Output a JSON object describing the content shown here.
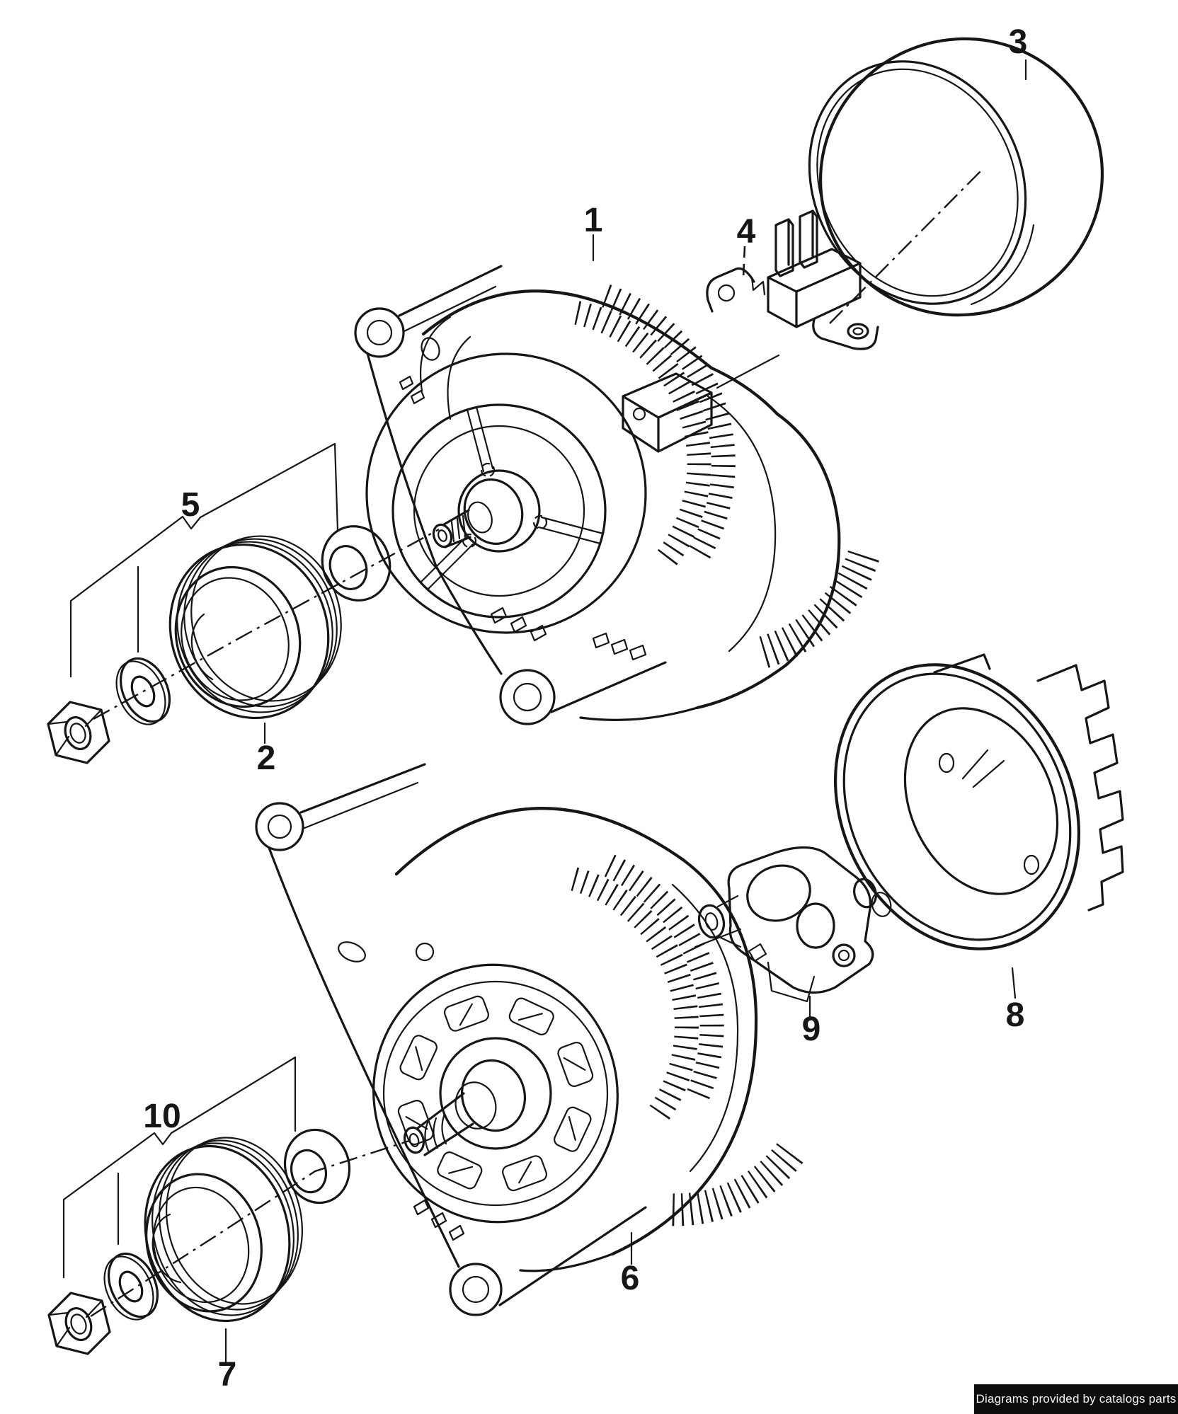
{
  "diagram": {
    "type": "exploded-parts-diagram",
    "subject": "alternator assembly, two variants with pulleys, regulators and covers",
    "background": "#ffffff",
    "line_color": "#161616"
  },
  "parts": [
    {
      "label": "1"
    },
    {
      "label": "2"
    },
    {
      "label": "3"
    },
    {
      "label": "4"
    },
    {
      "label": "5"
    },
    {
      "label": "6"
    },
    {
      "label": "7"
    },
    {
      "label": "8"
    },
    {
      "label": "9"
    },
    {
      "label": "10"
    }
  ],
  "footer": {
    "text": "Diagrams provided by catalogs parts",
    "background": "#0d0d0d",
    "color": "#f5f5f5"
  }
}
